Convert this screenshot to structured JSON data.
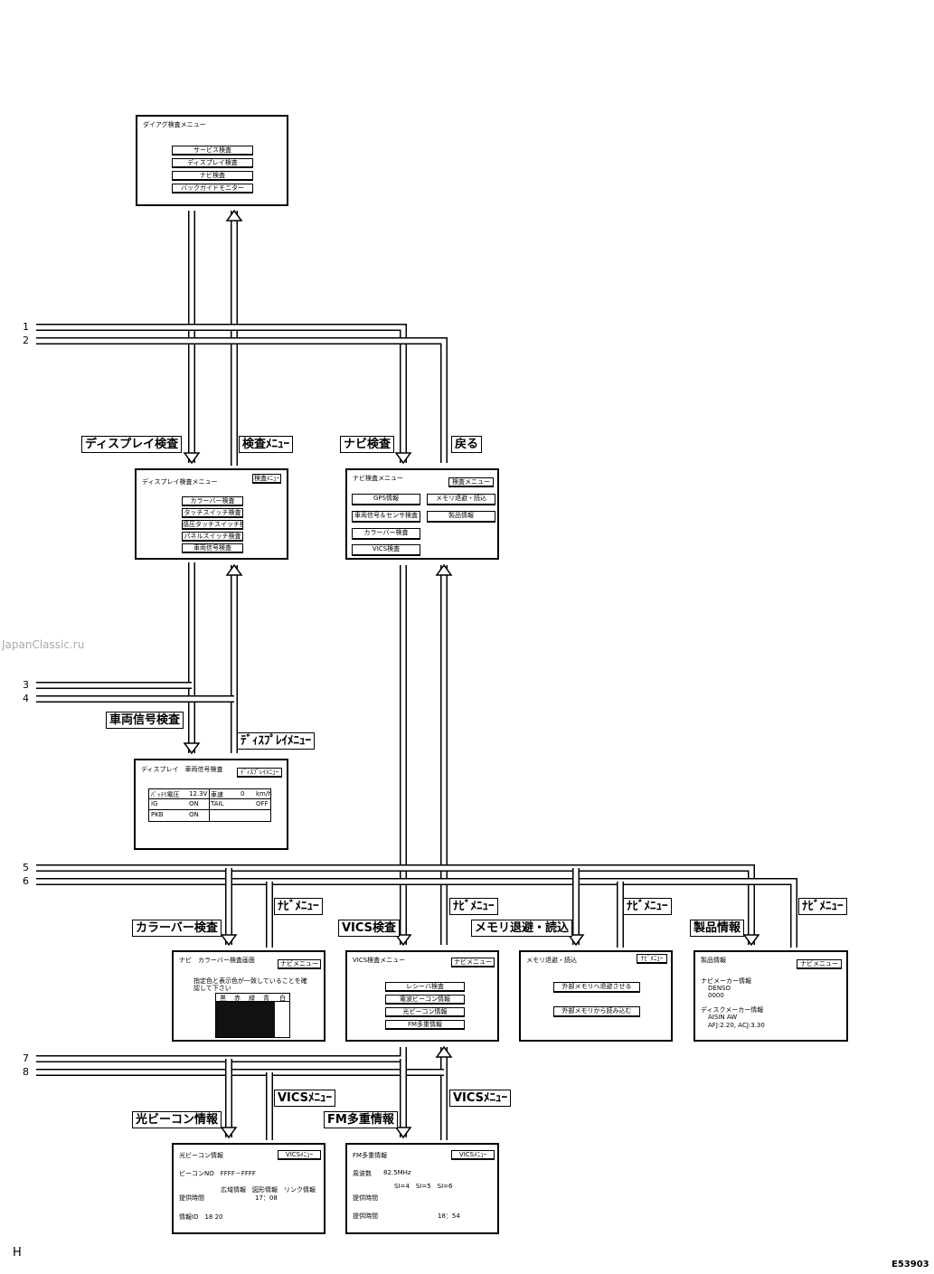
{
  "diag_menu": {
    "title": "ダイアグ検査メニュー",
    "buttons": [
      "サービス検査",
      "ディスプレイ検査",
      "ナビ検査",
      "バックガイドモニター"
    ]
  },
  "display_menu": {
    "title": "ディスプレイ検査メニュー",
    "back": "検査ﾒﾆｭｰ",
    "buttons": [
      "カラーバー検査",
      "タッチスイッチ検査",
      "感圧タッチスイッチ検査",
      "パネルスイッチ検査",
      "車両信号検査"
    ]
  },
  "navi_menu": {
    "title": "ナビ検査メニュー",
    "back": "検査メニュー",
    "buttons": [
      "GPS情報",
      "メモリ退避・読込",
      "車両信号＆センサ検査",
      "製品情報",
      "カラーバー検査",
      "VICS検査"
    ]
  },
  "vehicle_signal": {
    "title": "ディスプレイ　車両信号検査",
    "back": "ﾃﾞｨｽﾌﾟﾚｲﾒﾆｭｰ",
    "cells": [
      "ﾊﾞｯﾃﾘ電圧",
      "12.3V",
      "車速",
      "0",
      "km/h",
      "IG",
      "ON",
      "TAIL",
      "OFF",
      "PKB",
      "ON"
    ]
  },
  "colorbar": {
    "title": "ナビ　カラーバー検査画面",
    "back": "ナビメニュー",
    "message": "指定色と表示色が一致していることを確認して下さい",
    "colors": [
      "黒",
      "赤",
      "緑",
      "青",
      "白"
    ]
  },
  "vics_menu": {
    "title": "VICS検査メニュー",
    "back": "ナビメニュー",
    "buttons": [
      "レシーバ検査",
      "電波ビーコン情報",
      "光ビーコン情報",
      "FM多重情報"
    ]
  },
  "memory": {
    "title": "メモリ退避・読込",
    "back": "ﾅﾋﾞﾒﾆｭｰ",
    "buttons": [
      "外部メモリへ退避させる",
      "外部メモリから読み込む"
    ]
  },
  "product": {
    "title": "製品情報",
    "back": "ナビメニュー",
    "lines": [
      "ナビメーカー情報",
      "DENSO",
      "0000",
      "ディスクメーカー情報",
      "AISIN AW",
      "AFJ:2.20, ACJ:3.30"
    ]
  },
  "optical": {
    "title": "光ビーコン情報",
    "back": "VICSﾒﾆｭｰ",
    "lines": [
      "ビーコンNO　FFFF－FFFF",
      "広域情報　図形情報　リンク情報",
      "提供時間",
      "17：08",
      "情報ID　18 20"
    ]
  },
  "fm": {
    "title": "FM多重情報",
    "back": "VICSﾒﾆｭｰ",
    "lines": [
      "周波数",
      "82.5MHz",
      "SI=4　SI=5　SI=6",
      "提供時間",
      "提供時間",
      "18：54"
    ]
  },
  "labels": {
    "display_check": "ディスプレイ検査",
    "check_menu": "検査ﾒﾆｭｰ",
    "navi_check": "ナビ検査",
    "back": "戻る",
    "vehicle_check": "車両信号検査",
    "display_menu": "ﾃﾞｨｽﾌﾟﾚｲﾒﾆｭｰ",
    "colorbar_check": "カラーバー検査",
    "navi_menu_1": "ﾅﾋﾞﾒﾆｭｰ",
    "vics_check": "VICS検査",
    "navi_menu_2": "ﾅﾋﾞﾒﾆｭｰ",
    "memory_check": "メモリ退避・読込",
    "navi_menu_3": "ﾅﾋﾞﾒﾆｭｰ",
    "product_info": "製品情報",
    "navi_menu_4": "ﾅﾋﾞﾒﾆｭｰ",
    "optical_info": "光ビーコン情報",
    "vics_menu_1": "VICSﾒﾆｭｰ",
    "fm_info": "FM多重情報",
    "vics_menu_2": "VICSﾒﾆｭｰ"
  },
  "numbers": [
    "1",
    "2",
    "3",
    "4",
    "5",
    "6",
    "7",
    "8"
  ],
  "watermark": "JapanClassic.ru",
  "corner_left": "H",
  "corner_right": "E53903"
}
